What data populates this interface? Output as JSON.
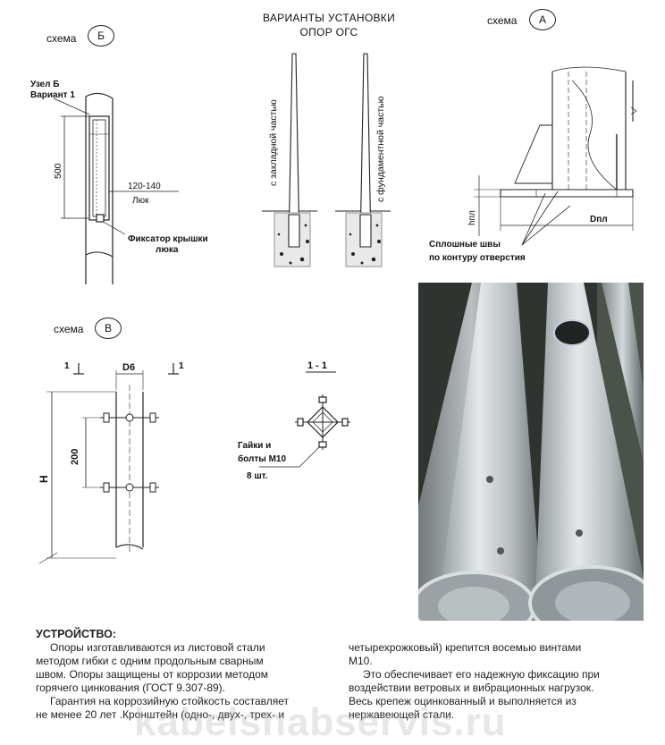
{
  "title": {
    "line1": "ВАРИАНТЫ УСТАНОВКИ",
    "line2": "ОПОР ОГС"
  },
  "schema_word": "схема",
  "schemas": {
    "b": "Б",
    "a": "А",
    "v": "В"
  },
  "schema_b": {
    "node_label": "Узел Б",
    "variant_label": "Вариант 1",
    "dim_500": "500",
    "dim_range": "120-140",
    "hatch_label": "Люк",
    "fixator_line1": "Фиксатор крышки",
    "fixator_line2": "люка"
  },
  "install_variants": {
    "embedded": "с закладной частью",
    "foundation": "с фундаментной частью"
  },
  "schema_a": {
    "h_label": "hпл",
    "d_label": "Dпл",
    "welds_line1": "Сплошные швы",
    "welds_line2": "по контуру отверстия"
  },
  "schema_v": {
    "section_mark": "1",
    "d_label": "D6",
    "dim_200": "200",
    "h_label": "H",
    "section_title": "1 - 1",
    "bolts_line1": "Гайки и",
    "bolts_line2": "болты М10",
    "bolts_count": "8 шт."
  },
  "description": {
    "heading": "УСТРОЙСТВО:",
    "left_lines": [
      "Опоры изготавливаются из листовой стали",
      "методом гибки с одним продольным  сварным",
      "швом. Опоры защищены от коррозии методом",
      "горячего цинкования (ГОСТ 9.307-89).",
      "Гарантия на коррозийную стойкость составляет",
      "не менее 20 лет .Кронштейн (одно-, двух-, трех- и"
    ],
    "right_lines": [
      "четырехрожковый) крепится восемью винтами",
      "М10.",
      "Это обеспечивает его надежную фиксацию при",
      "воздействии ветровых и вибрационных нагрузок.",
      "Весь крепеж  оцинкованный и выполняется из",
      "нержавеющей стали."
    ]
  },
  "watermark": "kabelsnabservis.ru"
}
